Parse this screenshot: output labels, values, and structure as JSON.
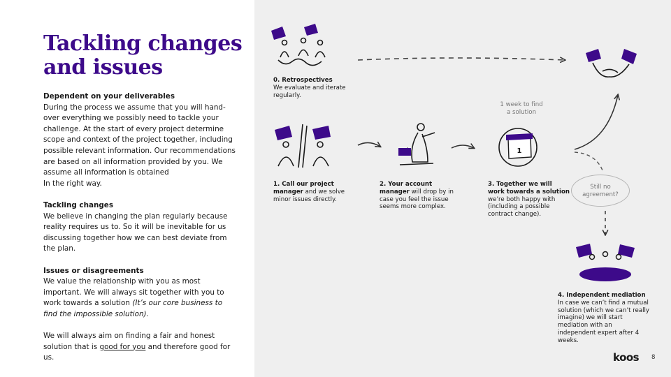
{
  "title": "Tackling changes and issues",
  "body": {
    "s1_heading": "Dependent on your deliverables",
    "s1_text": "During the process we assume that you will hand-over everything we possibly need to tackle your challenge. At the start of every project determine scope and context of the project together, including possible relevant information. Our recommendations are based on all information provided by you. We assume all information is obtained",
    "s1_text2": "In the right way.",
    "s2_heading": "Tackling changes",
    "s2_text": "We believe in changing the plan regularly because reality requires us to. So it will be inevitable for us discussing together how we can best deviate from the plan.",
    "s3_heading": "Issues or disagreements",
    "s3_text": "We value the relationship with you as most important. We will always sit together with you to work towards a solution",
    "s3_italic": "(It’s our core business to find the impossible solution).",
    "s4_text_a": "We will always aim on finding a fair and honest solution that is",
    "s4_link": "good for you",
    "s4_text_b": "and therefore good for us."
  },
  "steps": {
    "retro_title": "0. Retrospectives",
    "retro_text": "We evaluate and iterate regularly.",
    "s1_bold": "1. Call our project manager",
    "s1_text": "and we solve minor issues directly.",
    "s2_bold": "2. Your account manager",
    "s2_text": "will drop by in case you feel the issue seems more complex.",
    "s3_bold": "3. Together we will work towards a solution",
    "s3_text": "we’re both happy with (including a possible contract change).",
    "s4_title": "4. Independent mediation",
    "s4_text": "In case we can’t find a mutual solution (which we can’t really imagine) we will start mediation with an independent expert after 4 weeks."
  },
  "notes": {
    "week_line1": "1 week to find",
    "week_line2": "a solution",
    "agree_line1": "Still no",
    "agree_line2": "agreement?"
  },
  "calendar_day": "1",
  "logo": "koos",
  "page_number": "8",
  "colors": {
    "accent": "#3d0a8a",
    "panel": "#efefef",
    "text": "#1a1a1a"
  },
  "icons": [
    "people-retrospective-icon",
    "phone-call-icon",
    "account-manager-icon",
    "calendar-icon",
    "handshake-icon",
    "mediation-table-icon"
  ]
}
